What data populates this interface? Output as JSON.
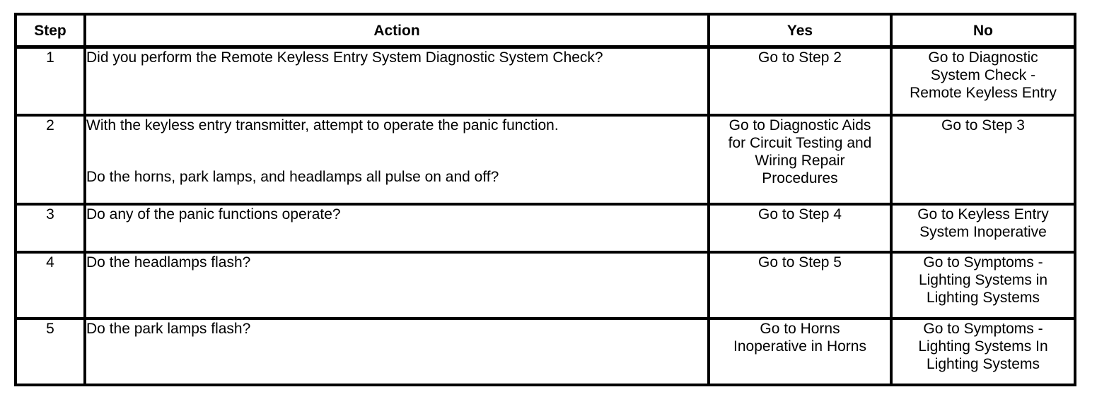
{
  "table": {
    "headers": {
      "step": "Step",
      "action": "Action",
      "yes": "Yes",
      "no": "No"
    },
    "rows": [
      {
        "step": "1",
        "action_lines": [
          "Did you perform the Remote Keyless Entry System Diagnostic System Check?"
        ],
        "yes_lines": [
          "Go to Step 2"
        ],
        "no_lines": [
          "Go to Diagnostic",
          "System Check -",
          "Remote Keyless Entry"
        ]
      },
      {
        "step": "2",
        "action_lines": [
          "With the keyless entry transmitter, attempt to operate the panic function.",
          "Do the horns, park lamps, and headlamps all pulse on and off?"
        ],
        "yes_lines": [
          "Go to Diagnostic Aids",
          "for Circuit Testing and",
          "Wiring Repair",
          "Procedures"
        ],
        "no_lines": [
          "Go to Step 3"
        ]
      },
      {
        "step": "3",
        "action_lines": [
          "Do any of the panic functions operate?"
        ],
        "yes_lines": [
          "Go to Step 4"
        ],
        "no_lines": [
          "Go to Keyless Entry",
          "System Inoperative"
        ]
      },
      {
        "step": "4",
        "action_lines": [
          "Do the headlamps flash?"
        ],
        "yes_lines": [
          "Go to Step 5"
        ],
        "no_lines": [
          "Go to Symptoms -",
          "Lighting Systems in",
          "Lighting Systems"
        ]
      },
      {
        "step": "5",
        "action_lines": [
          "Do the park lamps flash?"
        ],
        "yes_lines": [
          "Go to Horns",
          "Inoperative in Horns"
        ],
        "no_lines": [
          "Go to Symptoms -",
          "Lighting Systems In",
          "Lighting Systems"
        ]
      }
    ]
  },
  "colors": {
    "border": "#000000",
    "text": "#000000",
    "background": "#ffffff"
  }
}
